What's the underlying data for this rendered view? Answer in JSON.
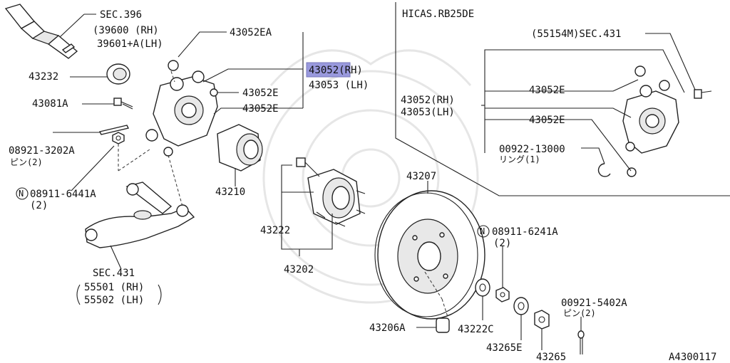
{
  "labels": {
    "sec396": "SEC.396",
    "p39600": "(39600 (RH)",
    "p39601": "39601+A(LH)",
    "p43232": "43232",
    "p43081a": "43081A",
    "p08921_3202a": "08921-3202A",
    "pin2_a": "ピン(2)",
    "p08911_6441a": "08911-6441A",
    "qty2_a": "(2)",
    "sec431_b": "SEC.431",
    "p55501": "55501 (RH)",
    "p55502": "55502 (LH)",
    "p43052ea": "43052EA",
    "p43052_rh": "43052(RH)",
    "p43053_lh": "43053 (LH)",
    "p43052e_1": "43052E",
    "p43052e_2": "43052E",
    "p43210": "43210",
    "p43222": "43222",
    "p43202": "43202",
    "p43207": "43207",
    "p08911_6241a": "08911-6241A",
    "qty2_b": "(2)",
    "p00921_5402a": "00921-5402A",
    "pin2_b": "ピン(2)",
    "p43206a": "43206A",
    "p43222c": "43222C",
    "p43265e": "43265E",
    "p43265": "43265",
    "diagram_id": "A4300117"
  },
  "hicas": {
    "title": "HICAS.RB25DE",
    "sec431": "(55154M)SEC.431",
    "p43052_rh": "43052(RH)",
    "p43053_lh": "43053(LH)",
    "p43052e_1": "43052E",
    "p43052e_2": "43052E",
    "p00922": "00922-13000",
    "ring": "リング(1)"
  },
  "highlight_color": "#9999dd"
}
